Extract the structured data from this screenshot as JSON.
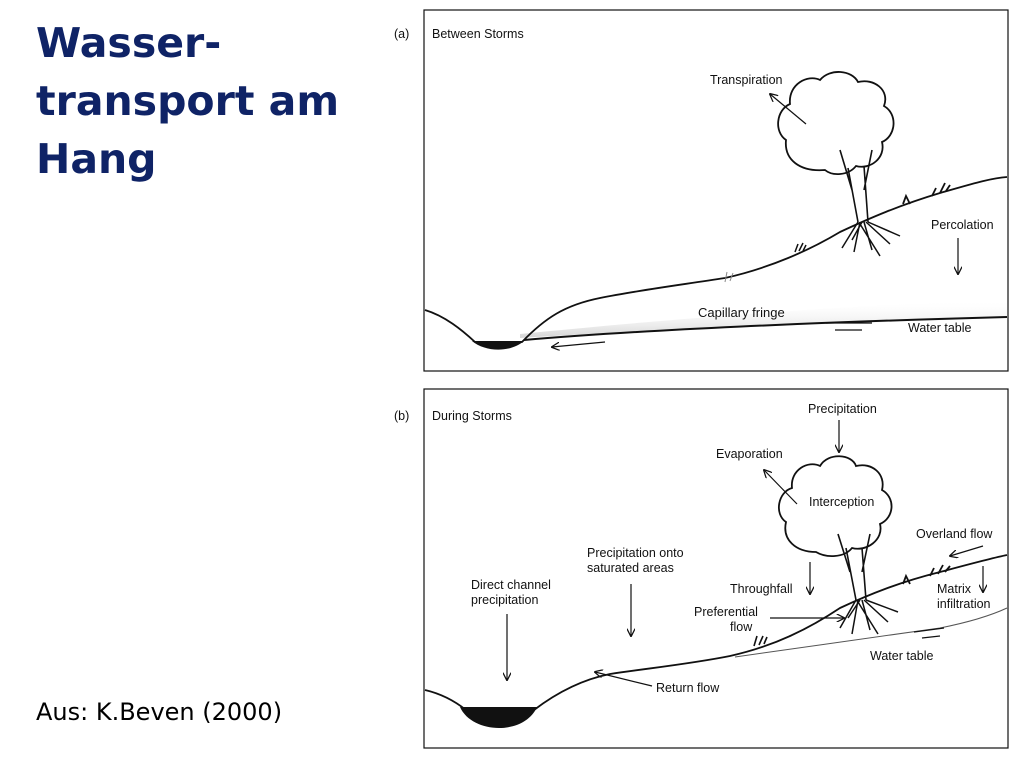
{
  "slide": {
    "title_lines": [
      "Wasser-",
      "transport am",
      "Hang"
    ],
    "source": "Aus: K.Beven (2000)"
  },
  "panel_a": {
    "letter": "(a)",
    "title": "Between Storms",
    "labels": {
      "transpiration": "Transpiration",
      "percolation": "Percolation",
      "capillary_fringe": "Capillary fringe",
      "water_table": "Water table"
    }
  },
  "panel_b": {
    "letter": "(b)",
    "title": "During Storms",
    "labels": {
      "precipitation": "Precipitation",
      "evaporation": "Evaporation",
      "interception": "Interception",
      "overland_flow": "Overland flow",
      "precip_saturated_1": "Precipitation onto",
      "precip_saturated_2": "saturated areas",
      "direct_channel_1": "Direct channel",
      "direct_channel_2": "precipitation",
      "throughfall": "Throughfall",
      "matrix_1": "Matrix",
      "matrix_2": "infiltration",
      "preferential_1": "Preferential",
      "preferential_2": "flow",
      "water_table": "Water table",
      "return_flow": "Return flow"
    }
  }
}
